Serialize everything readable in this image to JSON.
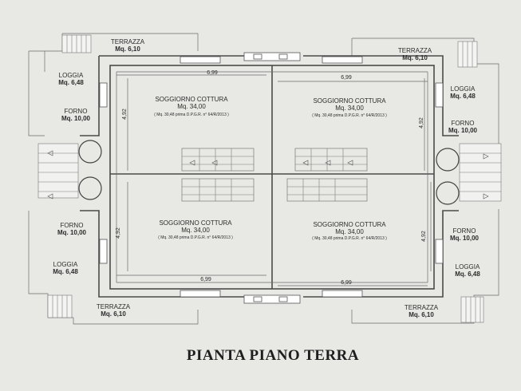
{
  "title": "PIANTA PIANO TERRA",
  "units": [
    {
      "room": "SOGGIORNO   COTTURA",
      "area": "Mq. 34,00",
      "note": "( Mq. 30,48 prima D.P.G.R. n° 64/R/2013 )",
      "width": "6,99",
      "depth": "4,92"
    },
    {
      "room": "SOGGIORNO   COTTURA",
      "area": "Mq. 34,00",
      "note": "( Mq. 30,48 prima D.P.G.R. n° 64/R/2013 )",
      "width": "6,99",
      "depth": "4,92"
    },
    {
      "room": "SOGGIORNO   COTTURA",
      "area": "Mq. 34,00",
      "note": "( Mq. 30,48 prima D.P.G.R. n° 64/R/2013 )",
      "width": "6,99",
      "depth": "4,92"
    },
    {
      "room": "SOGGIORNO   COTTURA",
      "area": "Mq. 34,00",
      "note": "( Mq. 30,48 prima D.P.G.R. n° 64/R/2013 )",
      "width": "6,99",
      "depth": "4,92"
    }
  ],
  "terrazza": {
    "label": "TERRAZZA",
    "area": "Mq. 6,10"
  },
  "loggia": {
    "label": "LOGGIA",
    "area": "Mq. 6,48"
  },
  "forno": {
    "label": "FORNO",
    "area": "Mq. 10,00"
  }
}
